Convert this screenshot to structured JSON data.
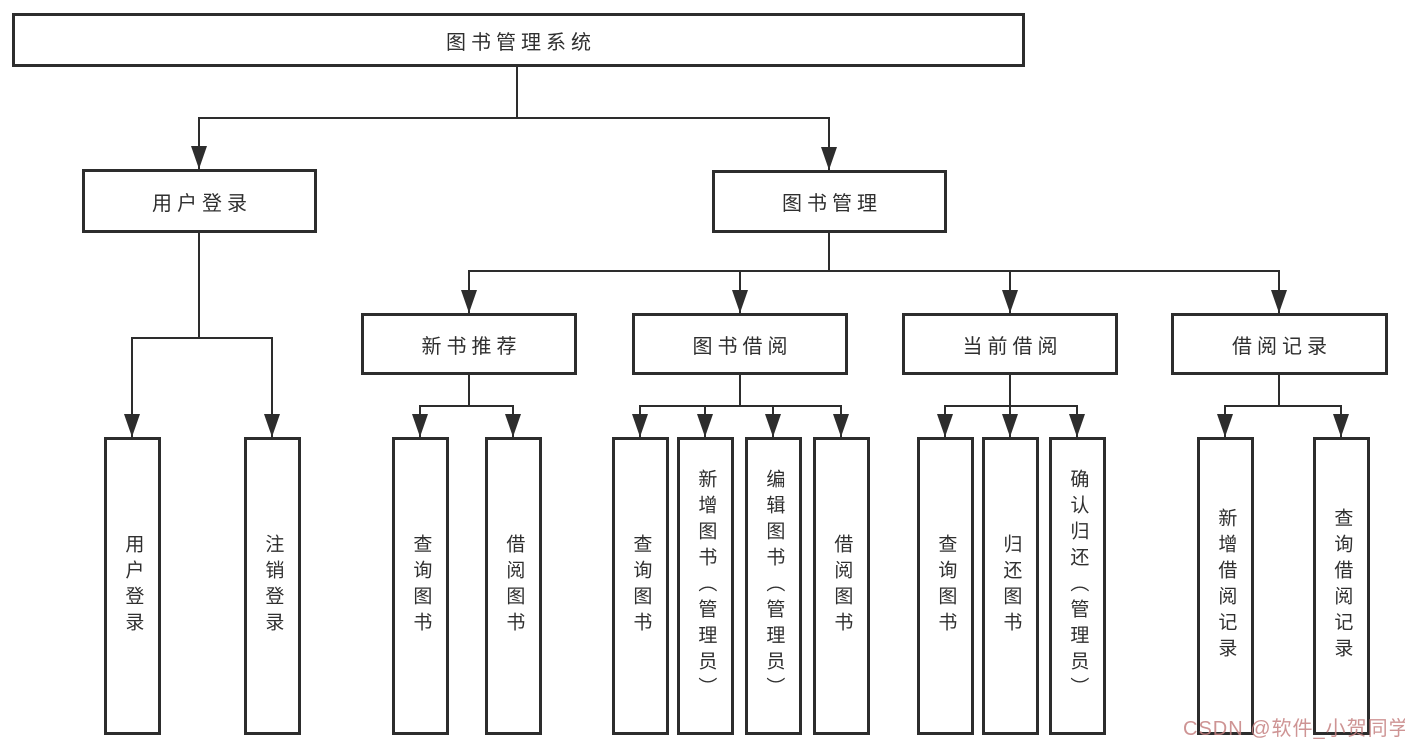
{
  "colors": {
    "background": "#ffffff",
    "line": "#2d2d2d",
    "box_border": "#2d2d2d",
    "text": "#2f2f2f",
    "watermark": "#c58181"
  },
  "tree": {
    "root": {
      "label": "图书管理系统"
    },
    "user_login": {
      "label": "用户登录",
      "children": {
        "login": {
          "label": "用户登录"
        },
        "logout": {
          "label": "注销登录"
        }
      }
    },
    "book_management": {
      "label": "图书管理",
      "children": {
        "new_book_recommend": {
          "label": "新书推荐",
          "children": {
            "query_book": {
              "label": "查询图书"
            },
            "borrow_book": {
              "label": "借阅图书"
            }
          }
        },
        "book_borrowing": {
          "label": "图书借阅",
          "children": {
            "query_book": {
              "label": "查询图书"
            },
            "add_book": {
              "label": "新增图书（管理员）"
            },
            "edit_book": {
              "label": "编辑图书（管理员）"
            },
            "borrow_book": {
              "label": "借阅图书"
            }
          }
        },
        "current_borrowing": {
          "label": "当前借阅",
          "children": {
            "query_book": {
              "label": "查询图书"
            },
            "return_book": {
              "label": "归还图书"
            },
            "confirm_return": {
              "label": "确认归还（管理员）"
            }
          }
        },
        "borrowing_records": {
          "label": "借阅记录",
          "children": {
            "add_record": {
              "label": "新增借阅记录"
            },
            "query_record": {
              "label": "查询借阅记录"
            }
          }
        }
      }
    }
  },
  "watermark": {
    "text": "CSDN @软件_小贺同学"
  }
}
